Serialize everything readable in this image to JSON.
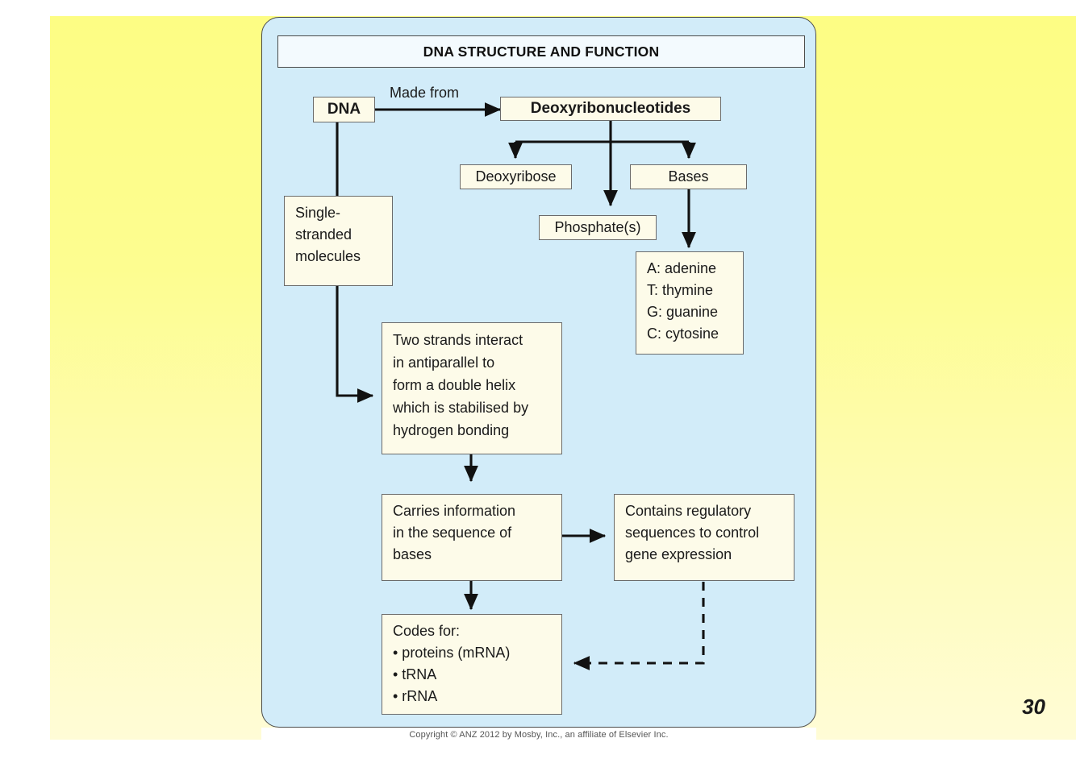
{
  "slide": {
    "page_number": "30",
    "copyright": "Copyright © ANZ 2012 by Mosby, Inc., an affiliate of Elsevier Inc.",
    "background_top_color": "#FDFD84",
    "background_bottom_color": "#FFFCD6",
    "panel_fill_color": "#D2ECF9",
    "node_fill_color": "#FDFBE9",
    "node_border_color": "#6B6B6B"
  },
  "diagram": {
    "title": "DNA STRUCTURE AND FUNCTION",
    "nodes": {
      "dna": "DNA",
      "deoxyribonucleotides": "Deoxyribonucleotides",
      "deoxyribose": "Deoxyribose",
      "phosphates": "Phosphate(s)",
      "bases": "Bases",
      "base_list": "A: adenine\nT: thymine\nG: guanine\nC: cytosine",
      "single_stranded": "Single-\nstranded\nmolecules",
      "two_strands": "Two strands interact\nin antiparallel to\nform a double helix\nwhich is stabilised by\nhydrogen bonding",
      "carries_information": "Carries information\nin the sequence of\nbases",
      "contains_regulatory": "Contains regulatory\nsequences to control\ngene expression",
      "codes_for_heading": "Codes for:",
      "codes_for_item_1": "• proteins (mRNA)",
      "codes_for_item_2": "• tRNA",
      "codes_for_item_3": "• rRNA"
    },
    "edge_labels": {
      "made_from": "Made from"
    }
  }
}
